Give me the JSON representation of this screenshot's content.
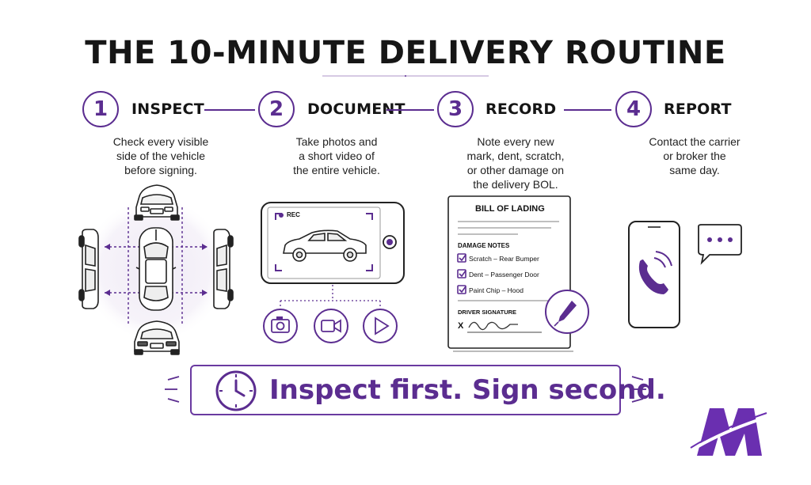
{
  "title": "THE 10-MINUTE DELIVERY ROUTINE",
  "steps": [
    {
      "number": "1",
      "label": "INSPECT",
      "desc": [
        "Check every visible",
        "side of the vehicle",
        "before signing."
      ]
    },
    {
      "number": "2",
      "label": "DOCUMENT",
      "desc": [
        "Take photos and",
        "a short video of",
        "the entire vehicle."
      ]
    },
    {
      "number": "3",
      "label": "RECORD",
      "desc": [
        "Note every new",
        "mark, dent, scratch,",
        "or other damage on",
        "the delivery BOL."
      ]
    },
    {
      "number": "4",
      "label": "REPORT",
      "desc": [
        "Contact the carrier",
        "or broker the",
        "same day."
      ]
    }
  ],
  "phone": {
    "rec_label": "REC"
  },
  "media_icons": [
    "camera-icon",
    "video-camera-icon",
    "play-icon"
  ],
  "bol": {
    "title": "BILL OF LADING",
    "damage_heading": "DAMAGE NOTES",
    "items": [
      "Scratch – Rear Bumper",
      "Dent – Passenger Door",
      "Paint Chip – Hood"
    ],
    "signature_heading": "DRIVER SIGNATURE",
    "signature_mark": "X"
  },
  "slogan": "Inspect first. Sign second.",
  "colors": {
    "accent": "#5b2d90",
    "ink": "#1a1a1a",
    "halo": "#efe9f5"
  }
}
